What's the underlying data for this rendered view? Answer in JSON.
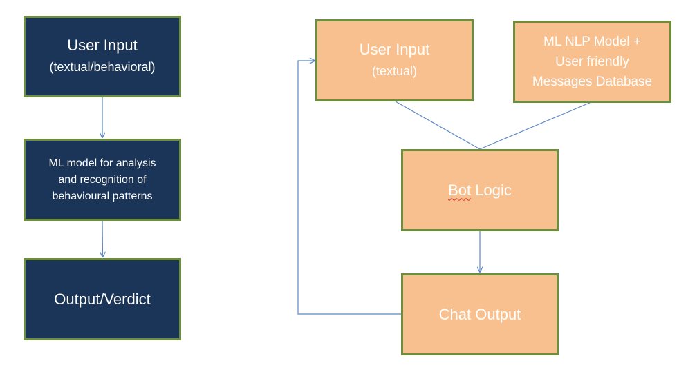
{
  "left_flow": {
    "user_input": {
      "title": "User Input",
      "subtitle": "(textual/behavioral)"
    },
    "ml_model": {
      "lines": [
        "ML model for analysis",
        "and recognition of",
        "behavioural patterns"
      ]
    },
    "output": {
      "title": "Output/Verdict"
    }
  },
  "right_flow": {
    "user_input": {
      "title": "User Input",
      "subtitle": "(textual)"
    },
    "nlp_model": {
      "lines": [
        "ML NLP Model +",
        "User friendly",
        "Messages Database"
      ]
    },
    "bot_logic": {
      "word1": "Bot",
      "word2": "Logic"
    },
    "chat_output": {
      "title": "Chat Output"
    }
  },
  "colors": {
    "dark_box": "#1a3558",
    "peach_box": "#f9c08f",
    "border": "#6d8f3d",
    "connector": "#5b87c5"
  }
}
